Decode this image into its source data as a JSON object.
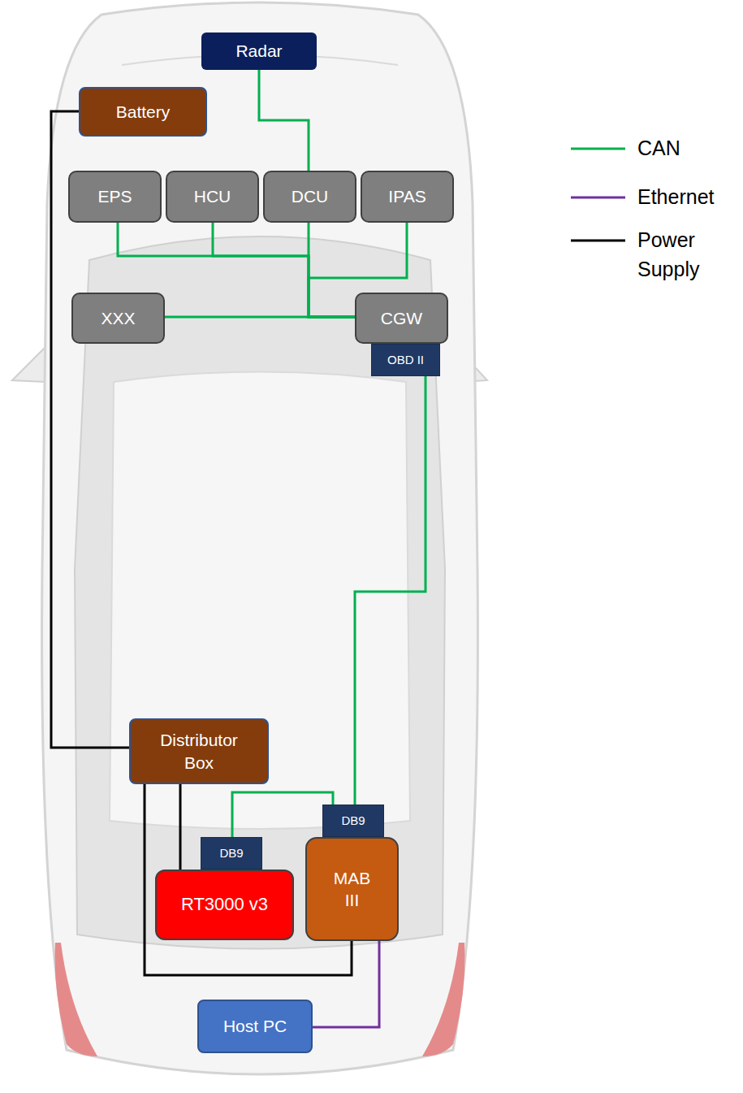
{
  "diagram": {
    "nodes": [
      {
        "text": [
          "Radar"
        ]
      },
      {
        "text": [
          "Battery"
        ]
      },
      {
        "text": [
          "EPS"
        ]
      },
      {
        "text": [
          "HCU"
        ]
      },
      {
        "text": [
          "DCU"
        ]
      },
      {
        "text": [
          "IPAS"
        ]
      },
      {
        "text": [
          "XXX"
        ]
      },
      {
        "text": [
          "CGW"
        ]
      },
      {
        "text": [
          "OBD II"
        ]
      },
      {
        "text": [
          "Distributor Box"
        ]
      },
      {
        "text": [
          "DB9"
        ]
      },
      {
        "text": [
          "DB9"
        ]
      },
      {
        "text": [
          "RT3000 v3"
        ]
      },
      {
        "text": [
          "MAB III"
        ]
      },
      {
        "text": [
          "Host PC"
        ]
      }
    ],
    "edges": [
      {
        "from": 0,
        "to": 4,
        "arrow": "none"
      },
      {
        "from": 2,
        "to": 7,
        "arrow": "none"
      },
      {
        "from": 3,
        "to": 7,
        "arrow": "none"
      },
      {
        "from": 4,
        "to": 7,
        "arrow": "none"
      },
      {
        "from": 5,
        "to": 7,
        "arrow": "none"
      },
      {
        "from": 6,
        "to": 7,
        "arrow": "none"
      },
      {
        "from": 8,
        "to": 10,
        "arrow": "none"
      },
      {
        "from": 11,
        "to": 10,
        "arrow": "none"
      },
      {
        "from": 13,
        "to": 14,
        "arrow": "none"
      },
      {
        "from": 1,
        "to": 9,
        "arrow": "none"
      },
      {
        "from": 9,
        "to": 12,
        "arrow": "none"
      },
      {
        "from": 9,
        "to": 13,
        "arrow": "none"
      }
    ],
    "legend": [
      {
        "text": "CAN"
      },
      {
        "text": "Ethernet"
      },
      {
        "text": "Power Supply"
      }
    ]
  }
}
